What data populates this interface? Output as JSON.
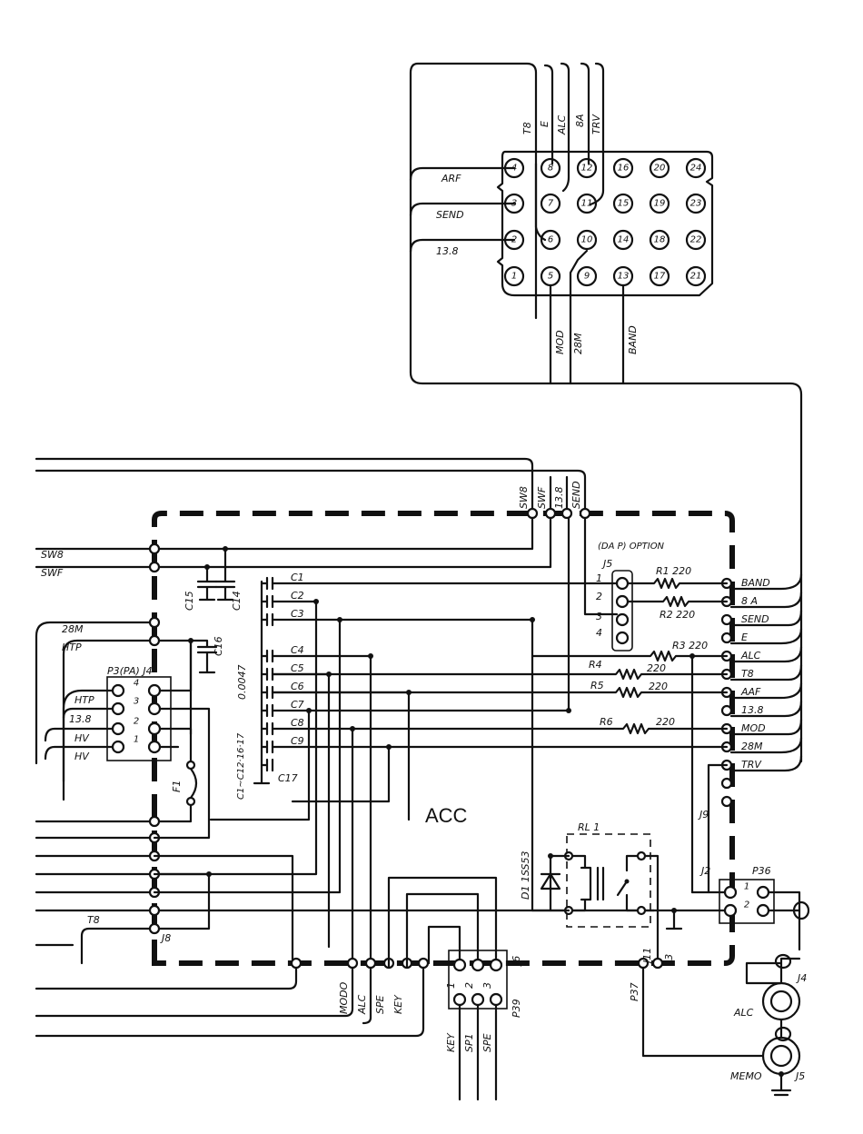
{
  "connector_top": {
    "top_wire_labels": [
      "T8",
      "E",
      "ALC",
      "8A",
      "TRV"
    ],
    "left_wire_labels": [
      "ARF",
      "SEND",
      "13.8"
    ],
    "bottom_wire_labels": [
      "MOD",
      "28M",
      "BAND"
    ],
    "pins": [
      [
        "4",
        "8",
        "12",
        "16",
        "20",
        "24"
      ],
      [
        "3",
        "7",
        "11",
        "15",
        "19",
        "23"
      ],
      [
        "2",
        "6",
        "10",
        "14",
        "18",
        "22"
      ],
      [
        "1",
        "5",
        "9",
        "13",
        "17",
        "21"
      ]
    ]
  },
  "board": {
    "title": "ACC",
    "top_labels": [
      "SW8",
      "SWF",
      "13.8",
      "SEND"
    ],
    "left_labels": [
      "SW8",
      "SWF",
      "28M",
      "HTP"
    ],
    "option": {
      "title": "(DA P) OPTION",
      "jack": "J5",
      "pins": [
        "1",
        "2",
        "3",
        "4"
      ]
    },
    "right_terminals": [
      "BAND",
      "8 A",
      "SEND",
      "E",
      "ALC",
      "T8",
      "AAF",
      "13.8",
      "MOD",
      "28M",
      "TRV"
    ],
    "resistors": [
      {
        "name": "R1",
        "value": "220"
      },
      {
        "name": "R2",
        "value": "220"
      },
      {
        "name": "R3",
        "value": "220"
      },
      {
        "name": "R4",
        "value": "220"
      },
      {
        "name": "R5",
        "value": "220"
      },
      {
        "name": "R6",
        "value": "220"
      }
    ],
    "capacitors": [
      "C1",
      "C2",
      "C3",
      "C4",
      "C5",
      "C6",
      "C7",
      "C8",
      "C9",
      "C17",
      "C15",
      "C14",
      "C16"
    ],
    "cap_value": "0.0047",
    "cap_note": "C1~C12·16·17",
    "p3": {
      "title": "P3(PA) J4",
      "pins": [
        "4",
        "3",
        "2",
        "1"
      ],
      "labels": [
        "HTP",
        "13.8",
        "HV",
        "HV"
      ]
    },
    "fuse": "F1",
    "t8_label": "T8",
    "j8": "J8",
    "j9": "J9",
    "relay": "RL 1",
    "diode": "D1 1SS53",
    "j2": "J2",
    "p36": {
      "title": "P36",
      "pins": [
        "1",
        "2"
      ]
    },
    "bottom_labels": [
      "MODO",
      "ALC",
      "SPE",
      "KEY"
    ],
    "j6": "J6",
    "j11": "J11",
    "j3": "J3",
    "p37": "P37",
    "p39": {
      "title": "P39",
      "pins": [
        "1",
        "2",
        "3"
      ],
      "wires": [
        "KEY",
        "SP1",
        "SPE"
      ]
    },
    "jacks": [
      {
        "name": "J4",
        "label": "ALC"
      },
      {
        "name": "J5",
        "label": "MEMO"
      }
    ]
  }
}
